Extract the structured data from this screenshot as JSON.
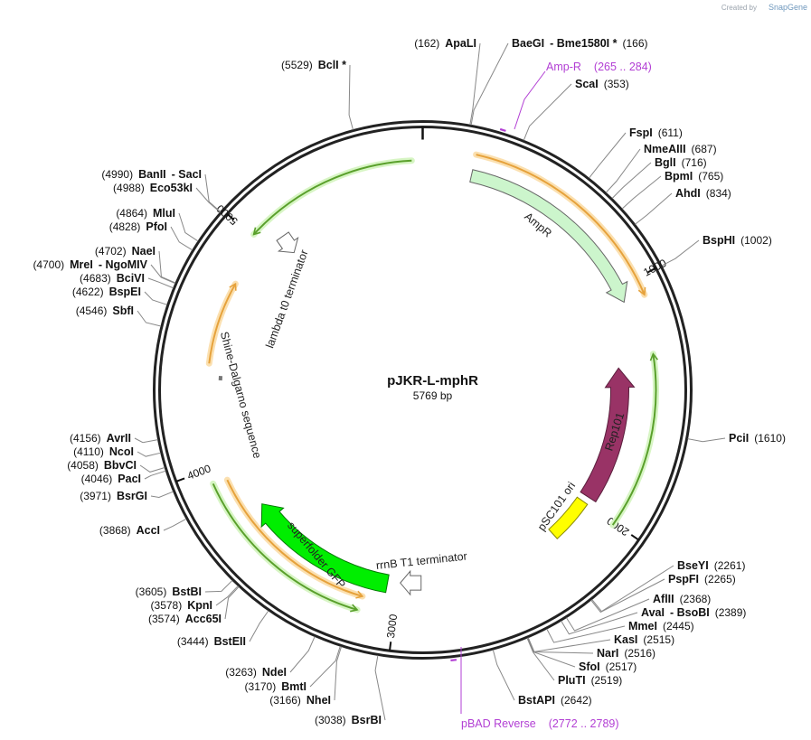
{
  "credit": {
    "prefix": "Created by",
    "brand": "SnapGene"
  },
  "plasmid": {
    "name": "pJKR-L-mphR",
    "length": 5769,
    "length_label": "5769 bp"
  },
  "ticks": [
    {
      "pos": 1000,
      "label": "1000"
    },
    {
      "pos": 2000,
      "label": "2000"
    },
    {
      "pos": 3000,
      "label": "3000"
    },
    {
      "pos": 4000,
      "label": "4000"
    },
    {
      "pos": 5000,
      "label": "5000"
    }
  ],
  "features": [
    {
      "id": "ampr",
      "label": "AmpR",
      "start": 205,
      "end": 1065,
      "color": "#ccf5cc",
      "stroke": "#666666"
    },
    {
      "id": "rep101",
      "label": "Rep101",
      "start": 1340,
      "end": 1970,
      "color": "#993366",
      "stroke": "#5a1e3c"
    },
    {
      "id": "psc101-ori",
      "label": "pSC101 ori",
      "start": 1990,
      "end": 2215,
      "color": "#ffff00",
      "stroke": "#888800"
    },
    {
      "id": "rrnb-t1",
      "label": "rrnB T1 terminator",
      "start": 2905,
      "end": 2950,
      "color": "#ffffff",
      "stroke": "#666666"
    },
    {
      "id": "sfgfp",
      "label": "superfolder GFP",
      "start": 3050,
      "end": 3760,
      "color": "#00ee00",
      "stroke": "#007700"
    },
    {
      "id": "shine-dalgarno",
      "label": "Shine-Dalgarno sequence",
      "start": 4370,
      "end": 4385,
      "color": "#ffffff",
      "stroke": "#666666"
    },
    {
      "id": "lambda-t0",
      "label": "lambda t0 terminator",
      "start": 5060,
      "end": 5110,
      "color": "#ffffff",
      "stroke": "#666666"
    }
  ],
  "orfs": [
    {
      "start": 205,
      "end": 1070,
      "color": "#e6a23c",
      "dir": 1
    },
    {
      "start": 4440,
      "end": 4800,
      "color": "#e6a23c",
      "dir": 1
    },
    {
      "start": 3145,
      "end": 3930,
      "color": "#e6a23c",
      "dir": -1
    },
    {
      "start": 5010,
      "end": 5725,
      "color": "#5aa02c",
      "dir": -1
    },
    {
      "start": 1300,
      "end": 2010,
      "color": "#5aa02c",
      "dir": -1
    },
    {
      "start": 3150,
      "end": 3940,
      "color": "#5aa02c",
      "dir": -1
    }
  ],
  "primers": [
    {
      "label": "Amp-R",
      "range": "(265 .. 284)",
      "pos": 275
    },
    {
      "label": "pBAD Reverse",
      "range": "(2772 .. 2789)",
      "pos": 2780
    }
  ],
  "sites": [
    {
      "pos": 162,
      "label_parts": [
        {
          "t": "(162)",
          "c": "site-num"
        },
        {
          "t": "ApaLI",
          "c": "site-name"
        }
      ]
    },
    {
      "pos": 166,
      "label_parts": [
        {
          "t": "BaeGI",
          "c": "site-name"
        },
        {
          "t": "- Bme1580I *",
          "c": "site-name"
        },
        {
          "t": "(166)",
          "c": "site-num"
        }
      ]
    },
    {
      "pos": 353,
      "label_parts": [
        {
          "t": "ScaI",
          "c": "site-name"
        },
        {
          "t": "(353)",
          "c": "site-num"
        }
      ]
    },
    {
      "pos": 611,
      "label_parts": [
        {
          "t": "FspI",
          "c": "site-name"
        },
        {
          "t": "(611)",
          "c": "site-num"
        }
      ]
    },
    {
      "pos": 687,
      "label_parts": [
        {
          "t": "NmeAIII",
          "c": "site-name"
        },
        {
          "t": "(687)",
          "c": "site-num"
        }
      ]
    },
    {
      "pos": 716,
      "label_parts": [
        {
          "t": "BglI",
          "c": "site-name"
        },
        {
          "t": "(716)",
          "c": "site-num"
        }
      ]
    },
    {
      "pos": 765,
      "label_parts": [
        {
          "t": "BpmI",
          "c": "site-name"
        },
        {
          "t": "(765)",
          "c": "site-num"
        }
      ]
    },
    {
      "pos": 834,
      "label_parts": [
        {
          "t": "AhdI",
          "c": "site-name"
        },
        {
          "t": "(834)",
          "c": "site-num"
        }
      ]
    },
    {
      "pos": 1002,
      "label_parts": [
        {
          "t": "BspHI",
          "c": "site-name"
        },
        {
          "t": "(1002)",
          "c": "site-num"
        }
      ]
    },
    {
      "pos": 1610,
      "label_parts": [
        {
          "t": "PciI",
          "c": "site-name"
        },
        {
          "t": "(1610)",
          "c": "site-num"
        }
      ]
    },
    {
      "pos": 2261,
      "label_parts": [
        {
          "t": "BseYI",
          "c": "site-name"
        },
        {
          "t": "(2261)",
          "c": "site-num"
        }
      ]
    },
    {
      "pos": 2265,
      "label_parts": [
        {
          "t": "PspFI",
          "c": "site-name"
        },
        {
          "t": "(2265)",
          "c": "site-num"
        }
      ]
    },
    {
      "pos": 2368,
      "label_parts": [
        {
          "t": "AflII",
          "c": "site-name"
        },
        {
          "t": "(2368)",
          "c": "site-num"
        }
      ]
    },
    {
      "pos": 2389,
      "label_parts": [
        {
          "t": "AvaI",
          "c": "site-name"
        },
        {
          "t": "- BsoBI",
          "c": "site-name"
        },
        {
          "t": "(2389)",
          "c": "site-num"
        }
      ]
    },
    {
      "pos": 2445,
      "label_parts": [
        {
          "t": "MmeI",
          "c": "site-name"
        },
        {
          "t": "(2445)",
          "c": "site-num"
        }
      ]
    },
    {
      "pos": 2515,
      "label_parts": [
        {
          "t": "KasI",
          "c": "site-name"
        },
        {
          "t": "(2515)",
          "c": "site-num"
        }
      ]
    },
    {
      "pos": 2516,
      "label_parts": [
        {
          "t": "NarI",
          "c": "site-name"
        },
        {
          "t": "(2516)",
          "c": "site-num"
        }
      ]
    },
    {
      "pos": 2517,
      "label_parts": [
        {
          "t": "SfoI",
          "c": "site-name"
        },
        {
          "t": "(2517)",
          "c": "site-num"
        }
      ]
    },
    {
      "pos": 2519,
      "label_parts": [
        {
          "t": "PluTI",
          "c": "site-name"
        },
        {
          "t": "(2519)",
          "c": "site-num"
        }
      ]
    },
    {
      "pos": 2642,
      "label_parts": [
        {
          "t": "BstAPI",
          "c": "site-name"
        },
        {
          "t": "(2642)",
          "c": "site-num"
        }
      ]
    },
    {
      "pos": 3038,
      "label_parts": [
        {
          "t": "(3038)",
          "c": "site-num"
        },
        {
          "t": "BsrBI",
          "c": "site-name"
        }
      ]
    },
    {
      "pos": 3166,
      "label_parts": [
        {
          "t": "(3166)",
          "c": "site-num"
        },
        {
          "t": "NheI",
          "c": "site-name"
        }
      ]
    },
    {
      "pos": 3170,
      "label_parts": [
        {
          "t": "(3170)",
          "c": "site-num"
        },
        {
          "t": "BmtI",
          "c": "site-name"
        }
      ]
    },
    {
      "pos": 3263,
      "label_parts": [
        {
          "t": "(3263)",
          "c": "site-num"
        },
        {
          "t": "NdeI",
          "c": "site-name"
        }
      ]
    },
    {
      "pos": 3444,
      "label_parts": [
        {
          "t": "(3444)",
          "c": "site-num"
        },
        {
          "t": "BstEII",
          "c": "site-name"
        }
      ]
    },
    {
      "pos": 3574,
      "label_parts": [
        {
          "t": "(3574)",
          "c": "site-num"
        },
        {
          "t": "Acc65I",
          "c": "site-name"
        }
      ]
    },
    {
      "pos": 3578,
      "label_parts": [
        {
          "t": "(3578)",
          "c": "site-num"
        },
        {
          "t": "KpnI",
          "c": "site-name"
        }
      ]
    },
    {
      "pos": 3605,
      "label_parts": [
        {
          "t": "(3605)",
          "c": "site-num"
        },
        {
          "t": "BstBI",
          "c": "site-name"
        }
      ]
    },
    {
      "pos": 3868,
      "label_parts": [
        {
          "t": "(3868)",
          "c": "site-num"
        },
        {
          "t": "AccI",
          "c": "site-name"
        }
      ]
    },
    {
      "pos": 3971,
      "label_parts": [
        {
          "t": "(3971)",
          "c": "site-num"
        },
        {
          "t": "BsrGI",
          "c": "site-name"
        }
      ]
    },
    {
      "pos": 4046,
      "label_parts": [
        {
          "t": "(4046)",
          "c": "site-num"
        },
        {
          "t": "PacI",
          "c": "site-name"
        }
      ]
    },
    {
      "pos": 4058,
      "label_parts": [
        {
          "t": "(4058)",
          "c": "site-num"
        },
        {
          "t": "BbvCI",
          "c": "site-name"
        }
      ]
    },
    {
      "pos": 4110,
      "label_parts": [
        {
          "t": "(4110)",
          "c": "site-num"
        },
        {
          "t": "NcoI",
          "c": "site-name"
        }
      ]
    },
    {
      "pos": 4156,
      "label_parts": [
        {
          "t": "(4156)",
          "c": "site-num"
        },
        {
          "t": "AvrII",
          "c": "site-name"
        }
      ]
    },
    {
      "pos": 4546,
      "label_parts": [
        {
          "t": "(4546)",
          "c": "site-num"
        },
        {
          "t": "SbfI",
          "c": "site-name"
        }
      ]
    },
    {
      "pos": 4622,
      "label_parts": [
        {
          "t": "(4622)",
          "c": "site-num"
        },
        {
          "t": "BspEI",
          "c": "site-name"
        }
      ]
    },
    {
      "pos": 4683,
      "label_parts": [
        {
          "t": "(4683)",
          "c": "site-num"
        },
        {
          "t": "BciVI",
          "c": "site-name"
        }
      ]
    },
    {
      "pos": 4700,
      "label_parts": [
        {
          "t": "(4700)",
          "c": "site-num"
        },
        {
          "t": "MreI",
          "c": "site-name"
        },
        {
          "t": "- NgoMIV",
          "c": "site-name"
        }
      ]
    },
    {
      "pos": 4702,
      "label_parts": [
        {
          "t": "(4702)",
          "c": "site-num"
        },
        {
          "t": "NaeI",
          "c": "site-name"
        }
      ]
    },
    {
      "pos": 4828,
      "label_parts": [
        {
          "t": "(4828)",
          "c": "site-num"
        },
        {
          "t": "PfoI",
          "c": "site-name"
        }
      ]
    },
    {
      "pos": 4864,
      "label_parts": [
        {
          "t": "(4864)",
          "c": "site-num"
        },
        {
          "t": "MluI",
          "c": "site-name"
        }
      ]
    },
    {
      "pos": 4988,
      "label_parts": [
        {
          "t": "(4988)",
          "c": "site-num"
        },
        {
          "t": "Eco53kI",
          "c": "site-name"
        }
      ]
    },
    {
      "pos": 4990,
      "label_parts": [
        {
          "t": "(4990)",
          "c": "site-num"
        },
        {
          "t": "BanII",
          "c": "site-name"
        },
        {
          "t": "- SacI",
          "c": "site-name"
        }
      ]
    },
    {
      "pos": 5529,
      "label_parts": [
        {
          "t": "(5529)",
          "c": "site-num"
        },
        {
          "t": "BclI *",
          "c": "site-name"
        }
      ]
    }
  ]
}
